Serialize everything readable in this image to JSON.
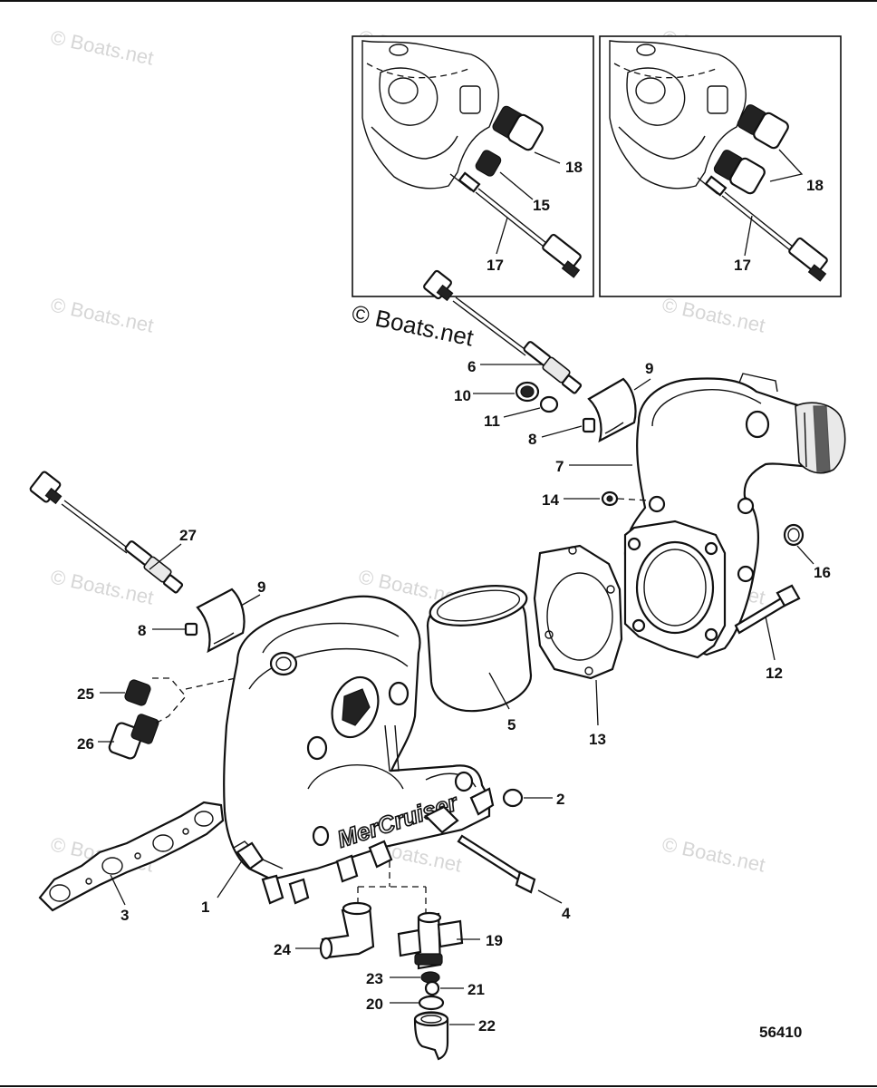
{
  "watermark": "© Boats.net",
  "copyright": "© Boats.net",
  "reference_number": "56410",
  "brand_logo_text": "MerCruiser",
  "callouts": {
    "c1": "1",
    "c2": "2",
    "c3": "3",
    "c4": "4",
    "c5": "5",
    "c6": "6",
    "c7": "7",
    "c8a": "8",
    "c8b": "8",
    "c9a": "9",
    "c9b": "9",
    "c10": "10",
    "c11": "11",
    "c12": "12",
    "c13": "13",
    "c14": "14",
    "c15": "15",
    "c16": "16",
    "c17a": "17",
    "c17b": "17",
    "c18a": "18",
    "c18b": "18",
    "c19": "19",
    "c20": "20",
    "c21": "21",
    "c22": "22",
    "c23": "23",
    "c24": "24",
    "c25": "25",
    "c26": "26",
    "c27": "27"
  }
}
